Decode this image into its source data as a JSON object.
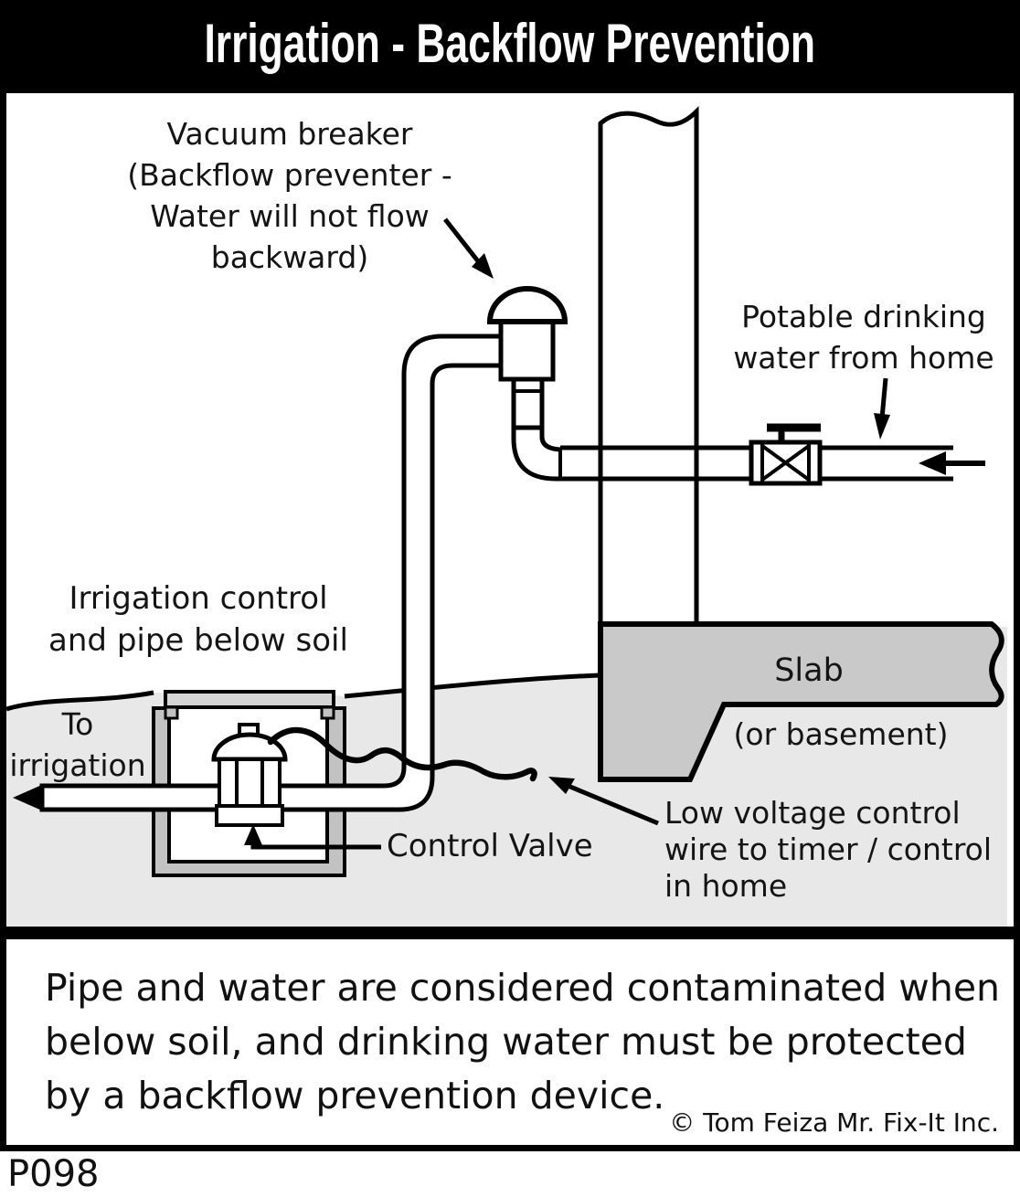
{
  "title": "Irrigation - Backflow Prevention",
  "labels": {
    "vacuum_breaker": "Vacuum breaker\n(Backflow preventer -\nWater will not flow\nbackward)",
    "potable": "Potable drinking\nwater from home",
    "irrigation_control": "Irrigation control\nand pipe below soil",
    "to_irrigation": "To\nirrigation",
    "slab": "Slab",
    "or_basement": "(or basement)",
    "control_valve": "Control Valve",
    "low_voltage": "Low voltage control\nwire to timer / control\nin home"
  },
  "caption": {
    "lines": [
      "Pipe and water are considered contaminated when",
      "below soil, and drinking water must be protected",
      "by a backflow prevention device."
    ],
    "copyright": "© Tom Feiza Mr. Fix-It Inc."
  },
  "footer_code": "P098",
  "colors": {
    "line": "#000000",
    "soil": "#e8e8e8",
    "slab": "#c9c9c9",
    "valve_box": "#c2c2c2",
    "box_lid": "#d5d5d5",
    "title_bg": "#000000",
    "title_text": "#ffffff"
  }
}
